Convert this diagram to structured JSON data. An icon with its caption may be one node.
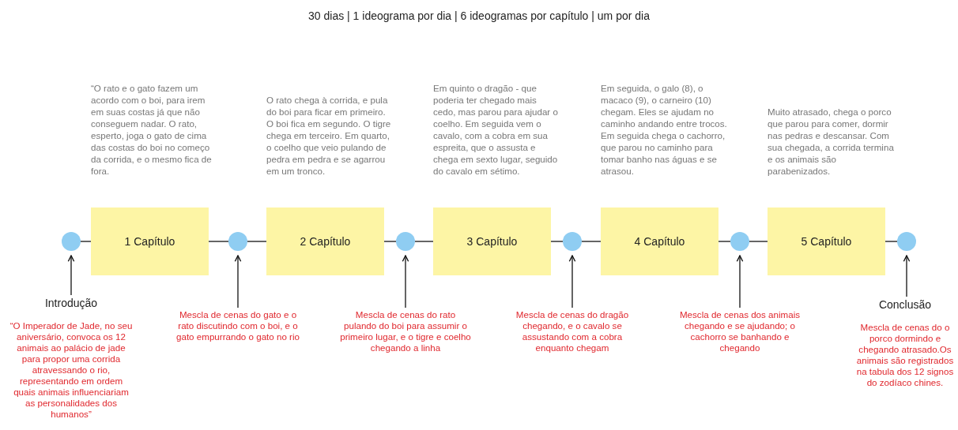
{
  "diagram": {
    "title": "30 dias | 1 ideograma por dia | 6 ideogramas por capítulo | um por dia",
    "nodes": [
      {
        "text": [],
        "shape": "circle"
      },
      {
        "text": [
          "1 Capítulo"
        ],
        "beside": [
          "“O rato e o gato fazem um acordo com o boi, para irem em suas costas já que não conseguem nadar. O rato, esperto, joga o gato de cima das costas do boi no começo da corrida, e o mesmo fica de fora."
        ]
      },
      {
        "text": [],
        "shape": "circle"
      },
      {
        "text": [
          "2 Capítulo"
        ],
        "beside": [
          "O rato chega à corrida, e pula do boi para ficar em primeiro. O boi fica em segundo. O tigre chega em terceiro. Em quarto, o coelho que veio pulando de pedra em pedra e se agarrou em um tronco."
        ]
      },
      {
        "text": [],
        "shape": "circle"
      },
      {
        "text": [
          "3 Capítulo"
        ],
        "beside": [
          "Em quinto o dragão - que poderia ter chegado mais cedo, mas parou para ajudar o coelho. Em seguida vem o cavalo, com a cobra em sua espreita, que o assusta e chega em sexto lugar, seguido do cavalo em sétimo."
        ]
      },
      {
        "text": [],
        "shape": "circle"
      },
      {
        "text": [
          "4 Capítulo"
        ],
        "beside": [
          "Em seguida, o galo (8), o macaco (9), o carneiro (10) chegam. Eles se ajudam no caminho andando entre trocos. Em seguida chega o cachorro, que parou no caminho para tomar banho nas águas e se atrasou."
        ]
      },
      {
        "text": [],
        "shape": "circle"
      },
      {
        "text": [
          "5 Capítulo"
        ],
        "beside": [
          "Muito atrasado, chega o porco que parou para comer, dormir nas pedras e descansar. Com sua chegada, a corrida termina e os animais são parabenizados."
        ]
      },
      {
        "text": [],
        "shape": "circle"
      },
      {
        "text": [
          "Introdução",
          "“O Imperador de Jade, no seu aniversário, convoca os 12 animais ao palácio de jade para propor uma corrida atravessando o rio, representando em ordem quais animais influenciariam as personalidades dos humanos”"
        ]
      },
      {
        "text": [
          "Mescla de cenas do gato e o rato discutindo com o boi, e o gato empurrando o gato no rio"
        ]
      },
      {
        "text": [
          "Mescla de cenas do rato pulando do boi para assumir o primeiro lugar, e o tigre e coelho chegando a linha"
        ]
      },
      {
        "text": [
          "Mescla de cenas do dragão chegando, e o cavalo se assustando com a cobra enquanto chegam"
        ]
      },
      {
        "text": [
          "Mescla de cenas dos animais chegando e se ajudando; o cachorro se banhando e chegando"
        ]
      },
      {
        "text": [
          "Conclusão",
          "Mescla de cenas do o porco dormindo e chegando atrasado.Os animais são registrados na tabula dos 12 signos do zodíaco chines."
        ]
      }
    ],
    "edges": [
      {
        "from": 0,
        "to": 1,
        "arrow": "none"
      },
      {
        "from": 1,
        "to": 2,
        "arrow": "none"
      },
      {
        "from": 2,
        "to": 3,
        "arrow": "none"
      },
      {
        "from": 3,
        "to": 4,
        "arrow": "none"
      },
      {
        "from": 4,
        "to": 5,
        "arrow": "none"
      },
      {
        "from": 5,
        "to": 6,
        "arrow": "none"
      },
      {
        "from": 6,
        "to": 7,
        "arrow": "none"
      },
      {
        "from": 7,
        "to": 8,
        "arrow": "none"
      },
      {
        "from": 8,
        "to": 9,
        "arrow": "none"
      },
      {
        "from": 9,
        "to": 10,
        "arrow": "none"
      },
      {
        "from": 11,
        "to": 0,
        "arrow": "to"
      },
      {
        "from": 12,
        "to": 2,
        "arrow": "to"
      },
      {
        "from": 13,
        "to": 4,
        "arrow": "to"
      },
      {
        "from": 14,
        "to": 6,
        "arrow": "to"
      },
      {
        "from": 15,
        "to": 8,
        "arrow": "to"
      },
      {
        "from": 16,
        "to": 10,
        "arrow": "to"
      }
    ]
  }
}
